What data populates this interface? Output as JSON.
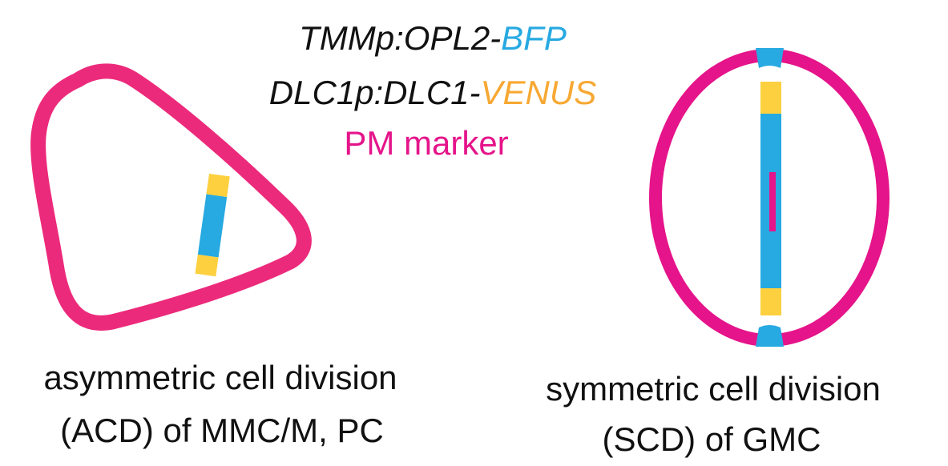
{
  "legend": {
    "line1": {
      "prefix": "TMMp:OPL2-",
      "highlight": "BFP"
    },
    "line2": {
      "prefix": "DLC1p:DLC1-",
      "highlight": "VENUS"
    },
    "line3": "PM marker"
  },
  "captions": {
    "acd": {
      "line1": "asymmetric cell division",
      "line2": "(ACD) of MMC/M, PC"
    },
    "scd": {
      "line1": "symmetric cell division",
      "line2": "(SCD) of GMC"
    }
  },
  "colors": {
    "bfp": "#27a9e1",
    "venus": "#fcd03f",
    "venus_text": "#f7a833",
    "pm_acd": "#ec2a7b",
    "pm_scd": "#e5148a",
    "pm_text": "#e5148a",
    "text": "#111111"
  }
}
